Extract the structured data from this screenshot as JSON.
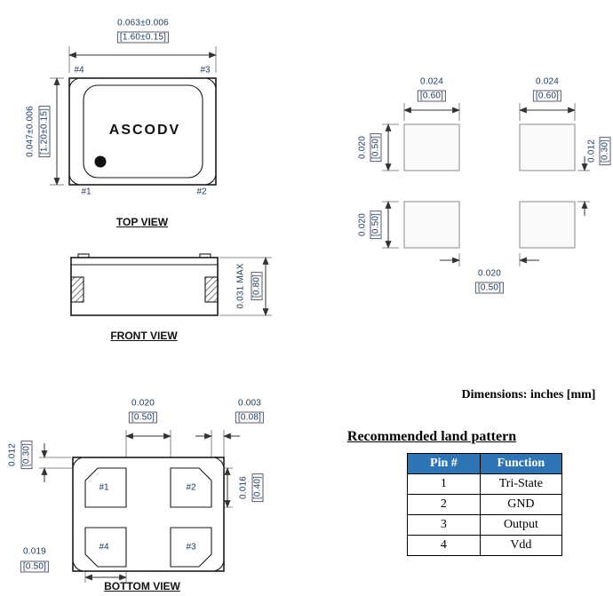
{
  "top_view": {
    "title": "TOP VIEW",
    "marking": "ASCODV",
    "width_in": "0.063±0.006",
    "width_mm": "[1.60±0.15]",
    "height_in": "0.047±0.006",
    "height_mm": "[1.20±0.15]",
    "pins": {
      "top_left": "#4",
      "top_right": "#3",
      "bottom_left": "#1",
      "bottom_right": "#2"
    }
  },
  "front_view": {
    "title": "FRONT VIEW",
    "height_in": "0.031 MAX",
    "height_mm": "[0.80]"
  },
  "bottom_view": {
    "title": "BOTTOM VIEW",
    "pads": {
      "top_left": "#1",
      "top_right": "#2",
      "bottom_left": "#4",
      "bottom_right": "#3"
    },
    "dims": {
      "pad_gap_in": "0.020",
      "pad_gap_mm": "[0.50]",
      "edge_offset_in": "0.003",
      "edge_offset_mm": "[0.08]",
      "top_offset_in": "0.012",
      "top_offset_mm": "[0.30]",
      "pad_height_in": "0.016",
      "pad_height_mm": "[0.40]",
      "pad_width_in": "0.019",
      "pad_width_mm": "[0.50]"
    }
  },
  "land_pattern": {
    "dims": {
      "pad_width_in": "0.024",
      "pad_width_mm": "[0.60]",
      "pad_height_in": "0.020",
      "pad_height_mm": "[0.50]",
      "row_gap_in": "0.012",
      "row_gap_mm": "[0.30]",
      "col_gap_in": "0.020",
      "col_gap_mm": "[0.50]"
    }
  },
  "notes": {
    "units": "Dimensions: inches [mm]"
  },
  "land_pattern_section": {
    "heading": "Recommended land pattern",
    "table": {
      "headers": [
        "Pin #",
        "Function"
      ],
      "rows": [
        {
          "pin": "1",
          "function": "Tri-State"
        },
        {
          "pin": "2",
          "function": "GND"
        },
        {
          "pin": "3",
          "function": "Output"
        },
        {
          "pin": "4",
          "function": "Vdd"
        }
      ]
    }
  },
  "colors": {
    "dim_text": "#17365D",
    "table_header_bg": "#2E74B5",
    "table_header_text": "#FFFFFF"
  }
}
